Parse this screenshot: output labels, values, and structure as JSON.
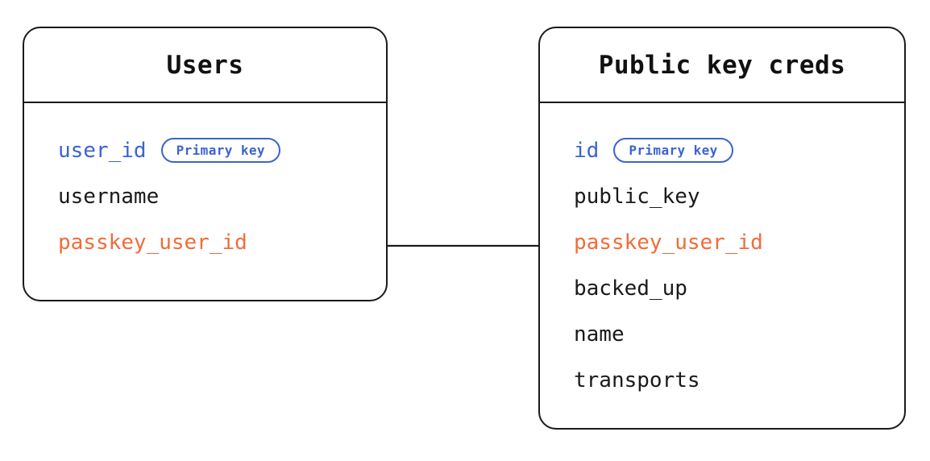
{
  "diagram": {
    "type": "entity-relationship",
    "background_color": "#ffffff",
    "colors": {
      "border": "#1a1a1a",
      "text": "#1a1a1a",
      "primary_key": "#3c64d0",
      "foreign_key": "#f26b38",
      "badge_border": "#3c64d0"
    },
    "entities": [
      {
        "id": "users",
        "title": "Users",
        "fields": [
          {
            "name": "user_id",
            "role": "key",
            "badge": "Primary key"
          },
          {
            "name": "username",
            "role": "plain",
            "badge": null
          },
          {
            "name": "passkey_user_id",
            "role": "fk",
            "badge": null
          }
        ]
      },
      {
        "id": "public_key_creds",
        "title": "Public key creds",
        "fields": [
          {
            "name": "id",
            "role": "key",
            "badge": "Primary key"
          },
          {
            "name": "public_key",
            "role": "plain",
            "badge": null
          },
          {
            "name": "passkey_user_id",
            "role": "fk",
            "badge": null
          },
          {
            "name": "backed_up",
            "role": "plain",
            "badge": null
          },
          {
            "name": "name",
            "role": "plain",
            "badge": null
          },
          {
            "name": "transports",
            "role": "plain",
            "badge": null
          }
        ]
      }
    ],
    "relationships": [
      {
        "from_entity": "users",
        "from_field": "passkey_user_id",
        "to_entity": "public_key_creds",
        "to_field": "passkey_user_id",
        "style": "solid",
        "color": "#1a1a1a"
      }
    ]
  }
}
